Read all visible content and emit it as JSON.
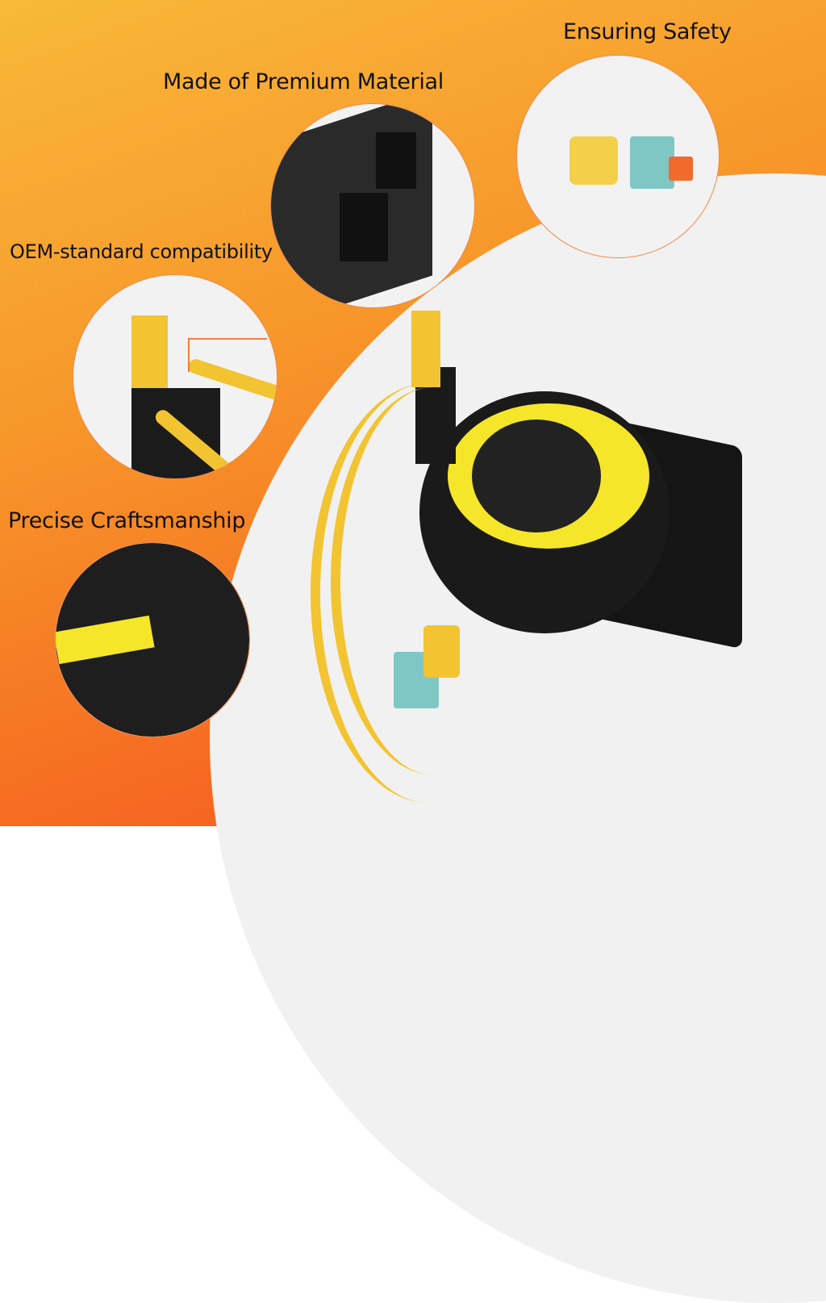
{
  "features": [
    {
      "id": "safety",
      "label": "Ensuring Safety"
    },
    {
      "id": "material",
      "label": "Made of Premium Material"
    },
    {
      "id": "compatibility",
      "label": "OEM-standard compatibility"
    },
    {
      "id": "craftsmanship",
      "label": "Precise Craftsmanship"
    }
  ],
  "product": {
    "name": "clock-spring-spiral-cable"
  },
  "colors": {
    "bg_top": "#f8b93a",
    "bg_bottom": "#f5521c",
    "accent_ring": "#f08a4b",
    "cable": "#f2c431",
    "connector_teal": "#7fc7c4"
  }
}
